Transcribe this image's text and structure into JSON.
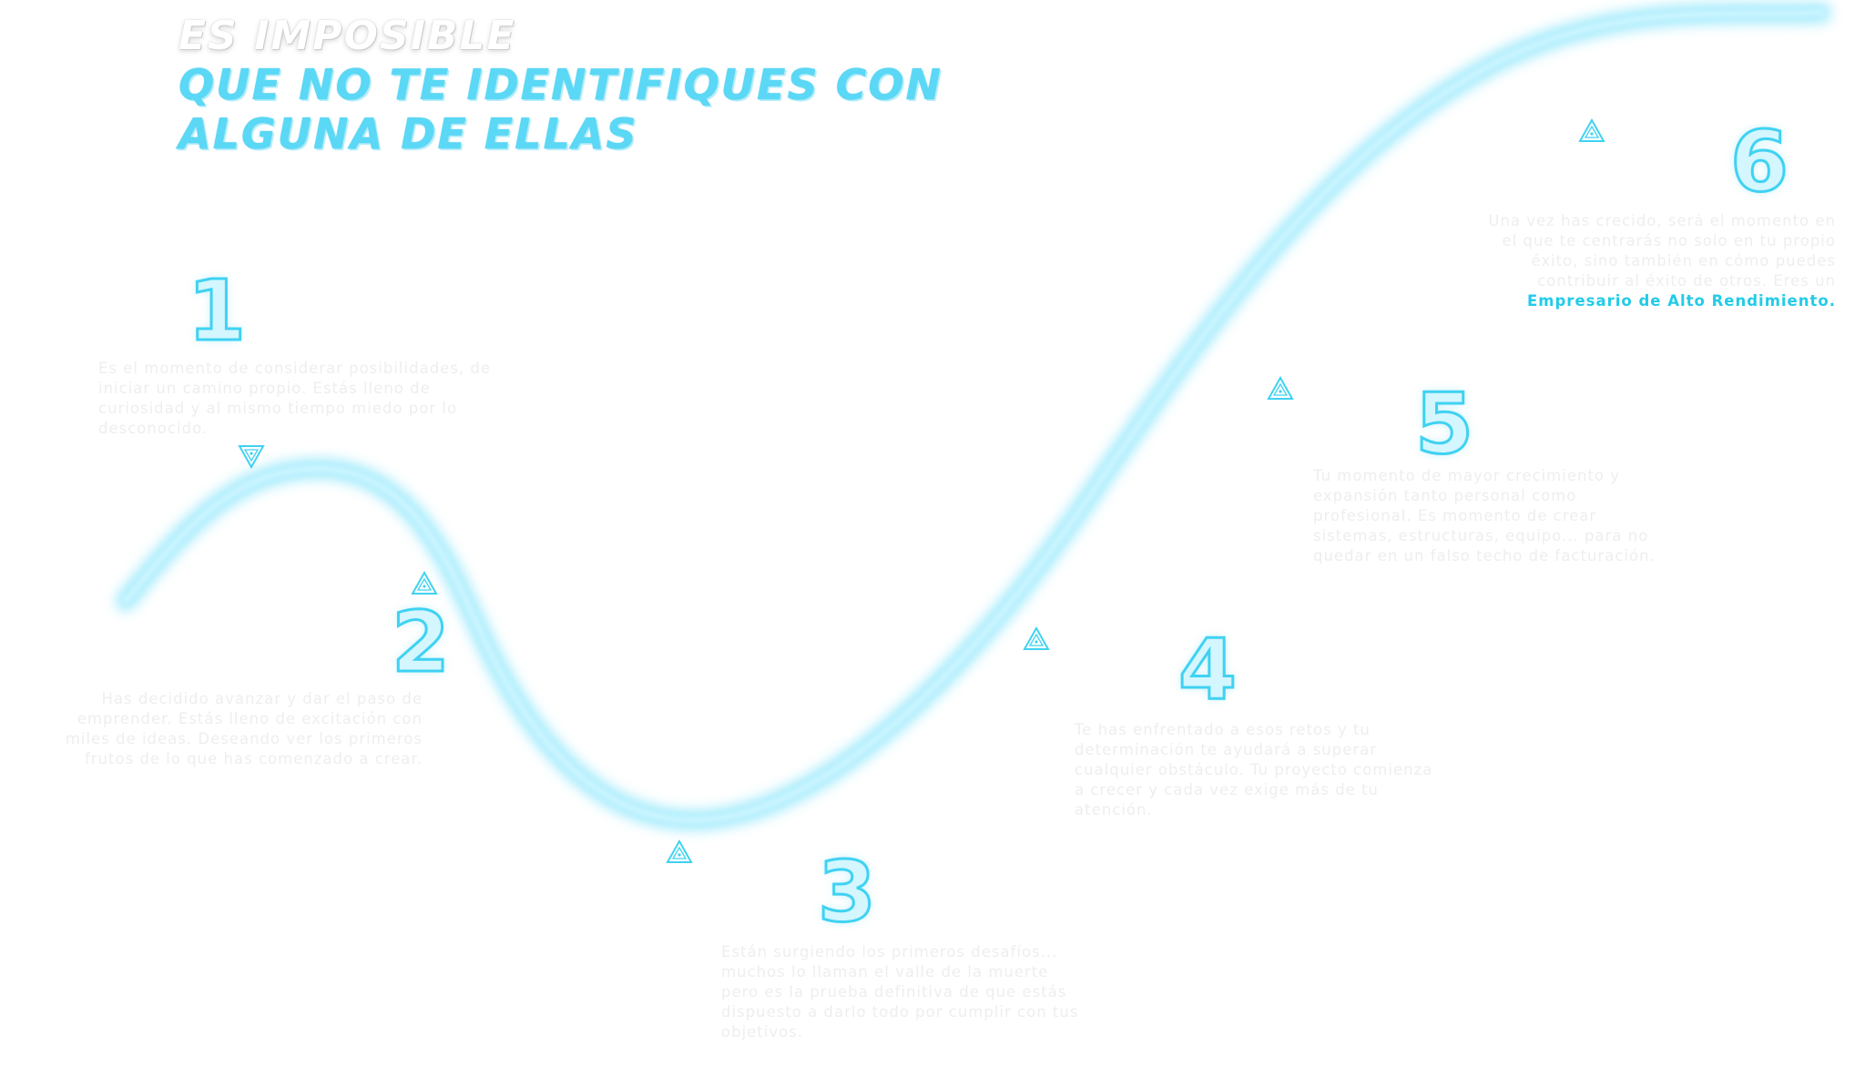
{
  "header": {
    "subtitle": "ES IMPOSIBLE",
    "title_line1": "QUE NO TE IDENTIFIQUES CON",
    "title_line2": "ALGUNA DE ELLAS"
  },
  "colors": {
    "accent": "#3fd2f2",
    "title": "#5ad8f5",
    "glow": "#9beafc",
    "highlight": "#22cbe8",
    "body_text": "#eeeeee"
  },
  "steps": [
    {
      "number": "1",
      "text": "Es el momento de considerar posibilidades, de iniciar un camino propio. Estás lleno de curiosidad y al mismo tiempo miedo por lo desconocido."
    },
    {
      "number": "2",
      "text": "Has decidido avanzar y dar el paso de emprender. Estás lleno de excitación con miles de ideas. Deseando ver los primeros frutos de lo que has comenzado a crear."
    },
    {
      "number": "3",
      "text": "Están surgiendo los primeros desafíos... muchos lo llaman el valle de la muerte pero es la prueba definitiva de que estás dispuesto a darlo todo por cumplir con tus objetivos."
    },
    {
      "number": "4",
      "text": "Te has enfrentado a esos retos y tu determinación te ayudará a superar cualquier obstáculo. Tu proyecto comienza a crecer y cada vez exige más de tu atención."
    },
    {
      "number": "5",
      "text": "Tu momento de mayor crecimiento y expansión tanto personal como profesional. Es momento de crear sistemas, estructuras, equipo... para no quedar en un falso techo de facturación."
    },
    {
      "number": "6",
      "text": "Una vez has crecido, será el momento en el que te centrarás no solo en tu propio éxito, sino también en cómo puedes contribuir al éxito de otros.",
      "text_prefix": "Eres un",
      "highlight": "Empresario de Alto Rendimiento."
    }
  ],
  "icons": {
    "marker": "triangle-marker-icon",
    "marker_down": "inverted-triangle-marker-icon"
  }
}
